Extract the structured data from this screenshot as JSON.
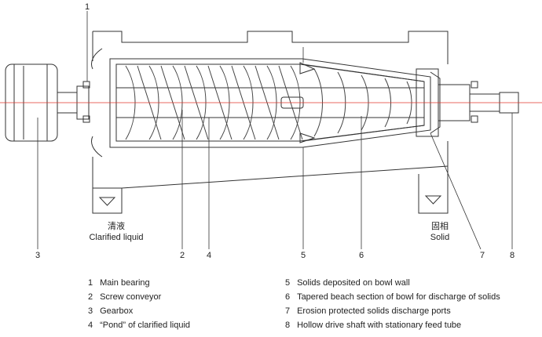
{
  "callouts": {
    "n1": "1",
    "n2": "2",
    "n3": "3",
    "n4": "4",
    "n5": "5",
    "n6": "6",
    "n7": "7",
    "n8": "8"
  },
  "outlets": {
    "liquid_cn": "清液",
    "liquid_en": "Clarified liquid",
    "solid_cn": "固相",
    "solid_en": "Solid"
  },
  "legend": [
    {
      "num": "1",
      "text": "Main bearing"
    },
    {
      "num": "2",
      "text": "Screw conveyor"
    },
    {
      "num": "3",
      "text": "Gearbox"
    },
    {
      "num": "4",
      "text": "“Pond”  of clarified liquid"
    },
    {
      "num": "5",
      "text": "Solids deposited on bowl wall"
    },
    {
      "num": "6",
      "text": "Tapered beach section of bowl for discharge of solids"
    },
    {
      "num": "7",
      "text": "Erosion protected solids discharge ports"
    },
    {
      "num": "8",
      "text": "Hollow drive shaft with stationary feed tube"
    }
  ],
  "colors": {
    "line": "#333333",
    "axis": "#e0362b",
    "flight_fill": "#f4f4f4"
  }
}
